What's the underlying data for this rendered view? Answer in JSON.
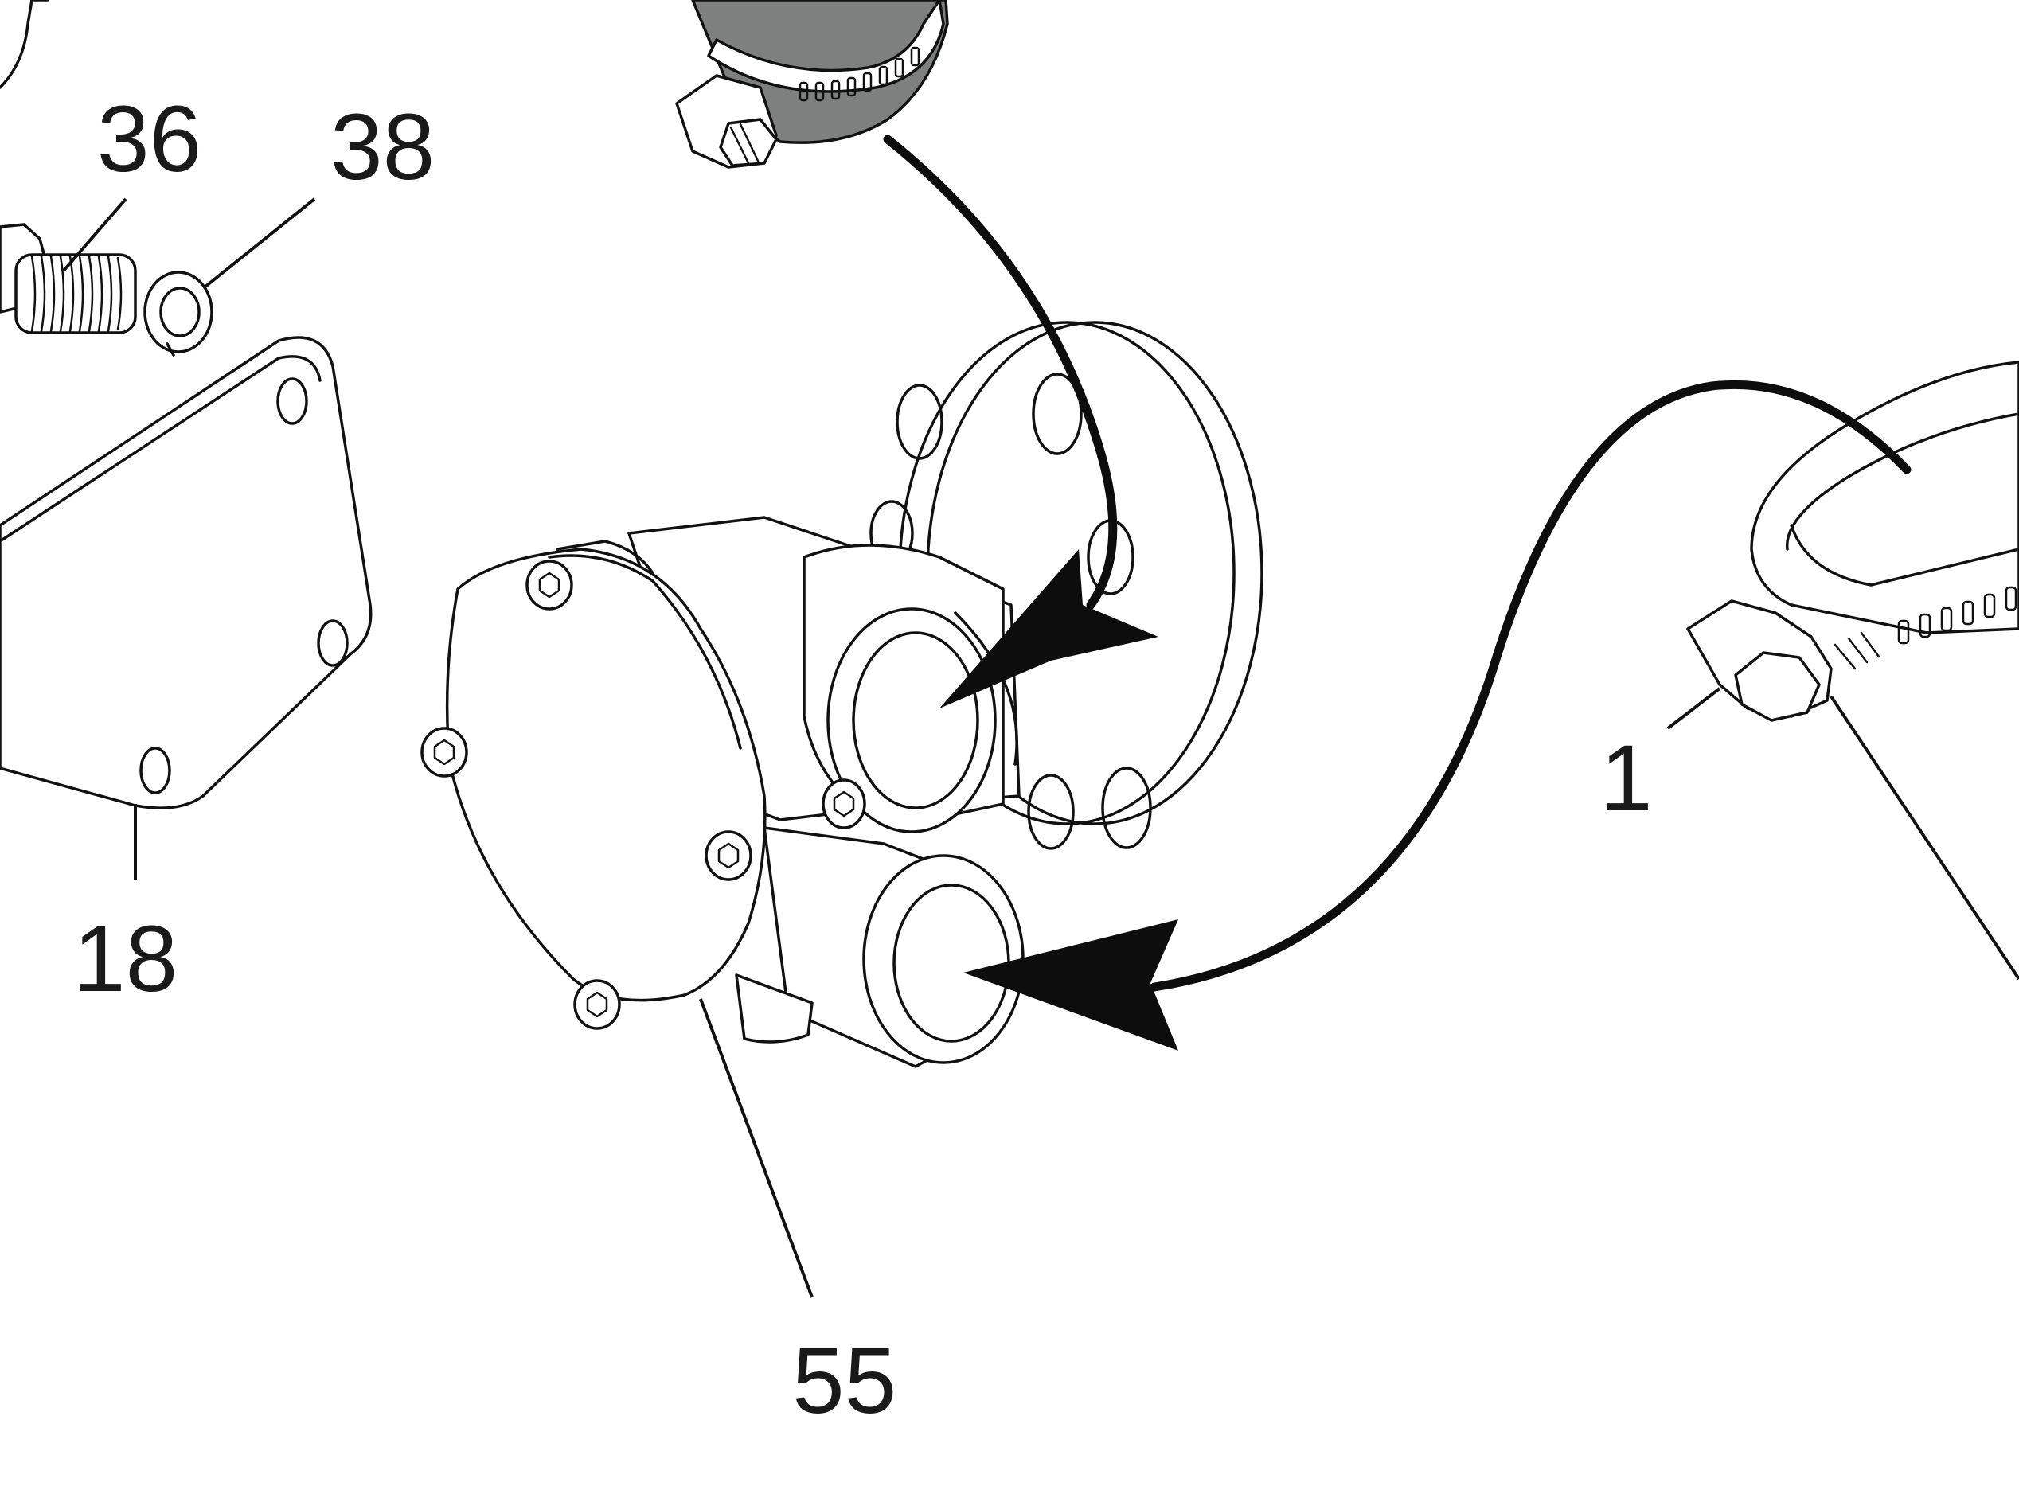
{
  "diagram": {
    "callouts": [
      {
        "id": "36",
        "label": "36"
      },
      {
        "id": "38",
        "label": "38"
      },
      {
        "id": "18",
        "label": "18"
      },
      {
        "id": "1",
        "label": "1"
      },
      {
        "id": "55",
        "label": "55"
      }
    ],
    "colors": {
      "line": "#111111",
      "hose": "#7d807e",
      "background": "#ffffff"
    }
  }
}
